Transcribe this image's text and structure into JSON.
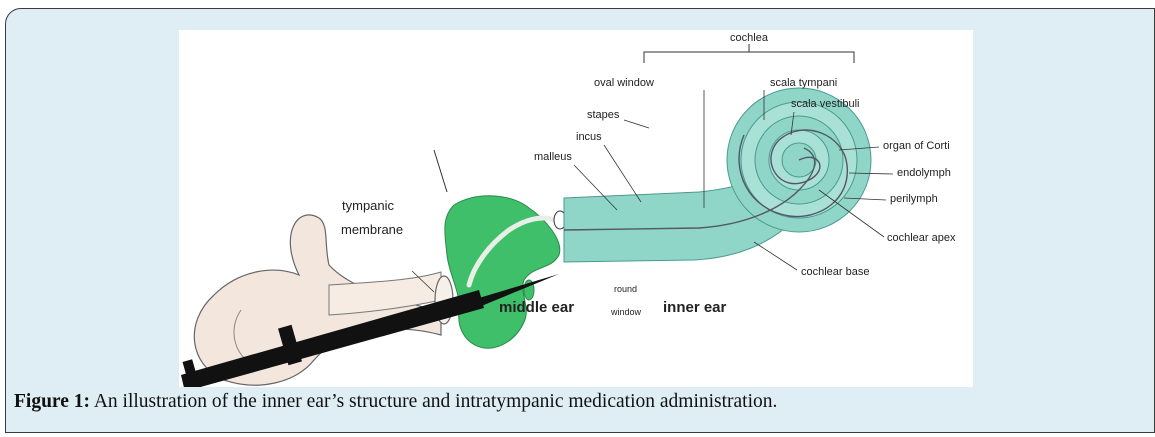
{
  "figure": {
    "labels": {
      "cochlea": "cochlea",
      "oval_window": "oval window",
      "scala_tympani": "scala tympani",
      "scala_vestibuli": "scala vestibuli",
      "stapes": "stapes",
      "incus": "incus",
      "malleus": "malleus",
      "organ_of_corti": "organ of Corti",
      "endolymph": "endolymph",
      "perilymph": "perilymph",
      "tympanic": "tympanic",
      "membrane": "membrane",
      "cochlear_apex": "cochlear apex",
      "cochlear_base": "cochlear base",
      "round": "round",
      "window": "window",
      "middle_ear": "middle ear",
      "inner_ear": "inner ear"
    },
    "colors": {
      "middle_ear_green": "#3fbf6a",
      "cochlea_teal": "#8fd6c8",
      "outer_ear_skin": "#f3e6dc",
      "syringe": "#111111"
    }
  },
  "caption": {
    "label": "Figure 1:",
    "text": " An illustration of the inner ear’s structure and intratympanic medication administration."
  }
}
